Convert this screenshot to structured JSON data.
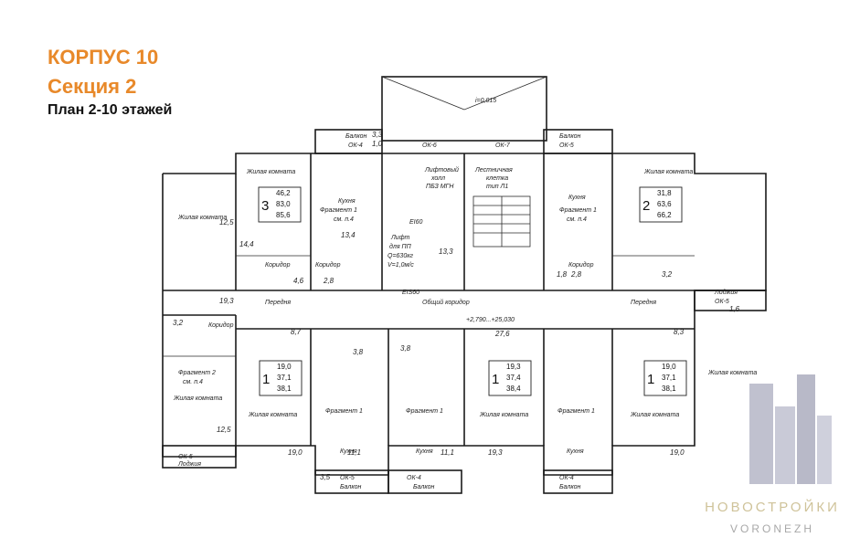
{
  "header": {
    "building": "КОРПУС 10",
    "section": "Секция 2",
    "plan": "План 2-10 этажей"
  },
  "rooms": {
    "living": "Жилая комната",
    "kitchen": "Кухня",
    "corridor": "Коридор",
    "hall": "Передня",
    "lift_hall": [
      "Лифтовый",
      "холл",
      "ПБЗ МГН"
    ],
    "stair": [
      "Лестничная",
      "клетка",
      "тип Л1"
    ],
    "common": "Общий коридор",
    "balcony": "Балкон",
    "loggia": "Лоджия",
    "lift": [
      "Лифт",
      "для ПП",
      "Q=630кг",
      "V=1,0м/с"
    ]
  },
  "apartments": [
    {
      "rooms": "3",
      "vals": [
        "46,2",
        "83,0",
        "85,6"
      ]
    },
    {
      "rooms": "2",
      "vals": [
        "31,8",
        "63,6",
        "66,2"
      ]
    },
    {
      "rooms": "1",
      "vals": [
        "19,0",
        "37,1",
        "38,1"
      ]
    },
    {
      "rooms": "1",
      "vals": [
        "19,3",
        "37,4",
        "38,4"
      ]
    },
    {
      "rooms": "1",
      "vals": [
        "19,0",
        "37,1",
        "38,1"
      ]
    }
  ],
  "marks": {
    "ok4": "ОК-4",
    "ok5": "ОК-5",
    "ok6": "ОК-6",
    "ok7": "ОК-7",
    "ei60": "EI60",
    "eis60": "EIS60",
    "elev": "+2,790...+25,030",
    "fragment": "Фрагмент 1",
    "fragment2": "Фрагмент 2",
    "see4": "см. п.4",
    "i": "i=0,015"
  },
  "areas": [
    "12,5",
    "19,3",
    "14,4",
    "13,4",
    "13,3",
    "27,6",
    "8,3",
    "12,5",
    "19,0",
    "11,1",
    "19,3",
    "11,1",
    "19,0",
    "8,7",
    "4,6",
    "2,8",
    "1,8",
    "2,8",
    "3,2",
    "3,2",
    "3,8",
    "3,8",
    "3,3",
    "3,5",
    "1,6",
    "1,0"
  ],
  "brand": {
    "line1": "НОВОСТРОЙКИ",
    "line2": "VORONEZH"
  }
}
